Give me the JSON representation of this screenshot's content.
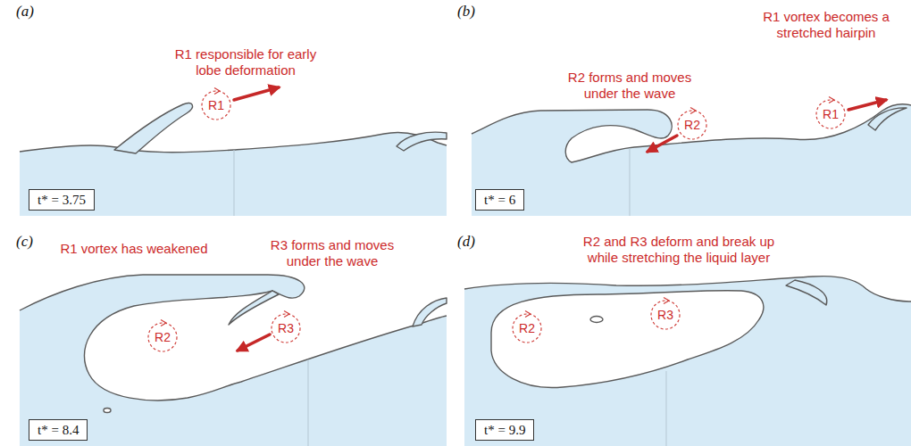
{
  "diagram": {
    "nodes": [
      {
        "text": [
          "R1"
        ]
      },
      {
        "text": [
          "t* = 3.75"
        ]
      },
      {
        "text": [
          "R2"
        ]
      },
      {
        "text": [
          "R1"
        ]
      },
      {
        "text": [
          "t* = 6"
        ]
      },
      {
        "text": [
          "R2"
        ]
      },
      {
        "text": [
          "R3"
        ]
      },
      {
        "text": [
          "t* = 8.4"
        ]
      },
      {
        "text": [
          "R2"
        ]
      },
      {
        "text": [
          "R3"
        ]
      },
      {
        "text": [
          "t* = 9.9"
        ]
      }
    ],
    "labels": [
      "(a)",
      "R1 responsible for early lobe deformation",
      "(b)",
      "R2 forms and moves under the wave",
      "R1 vortex becomes a stretched hairpin",
      "(c)",
      "R1 vortex has weakened",
      "R3 forms and moves under the wave",
      "(d)",
      "R2 and R3 deform and break up while stretching the liquid layer"
    ]
  }
}
